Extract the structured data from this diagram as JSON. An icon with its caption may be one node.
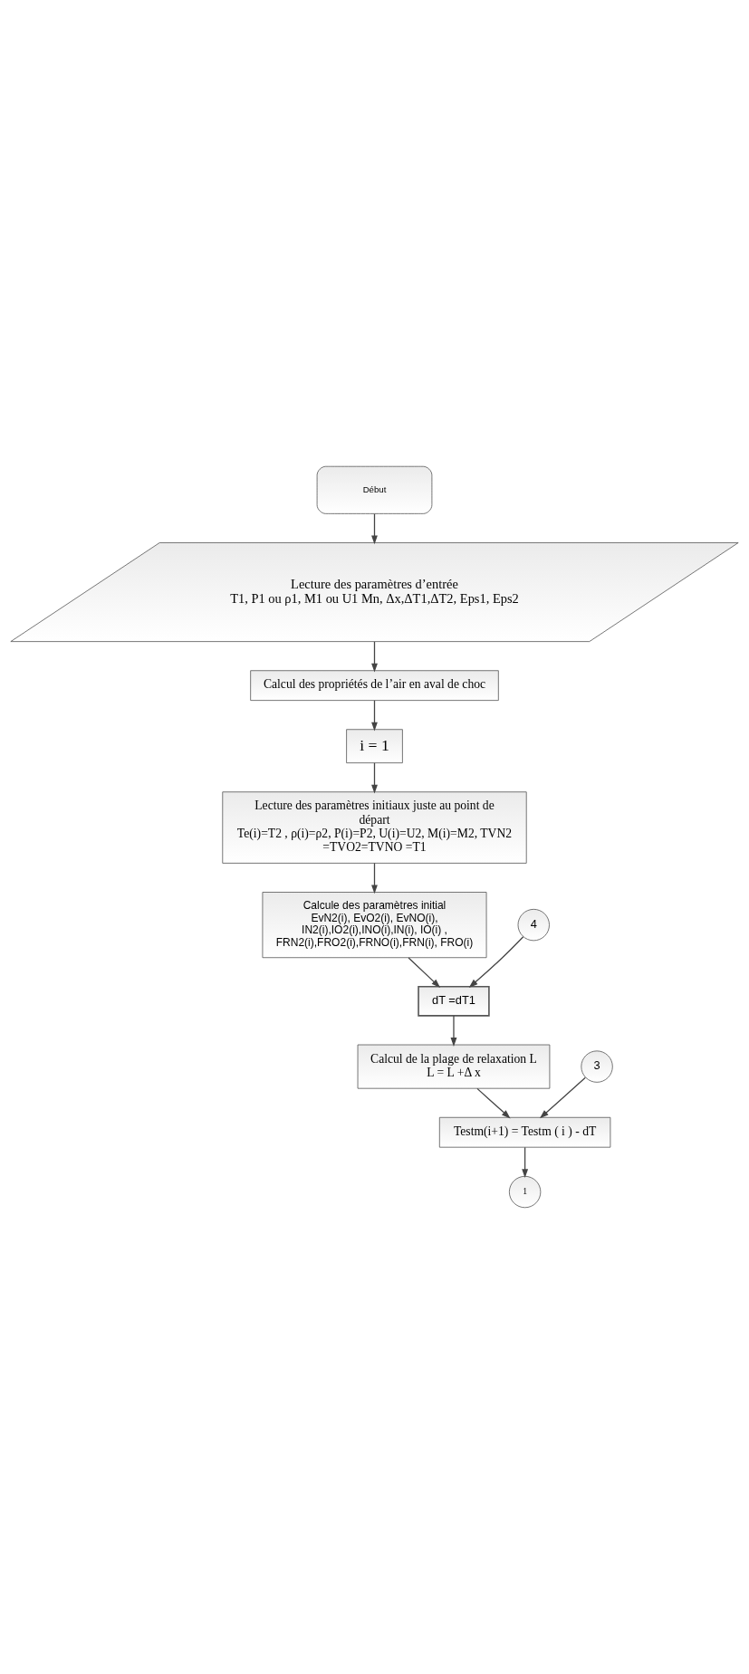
{
  "diagram": {
    "nodes": [
      {
        "text": [
          "Début"
        ]
      },
      {
        "text": [
          "Lecture des paramètres d’entrée",
          "T1, P1 ou ρ1, M1 ou U1 Mn, Δx,ΔT1,ΔT2, Eps1, Eps2"
        ]
      },
      {
        "text": [
          "Calcul des propriétés de l’air en aval de choc"
        ]
      },
      {
        "text": [
          "i = 1"
        ]
      },
      {
        "text": [
          "Lecture des paramètres initiaux juste au point de départ",
          "Te(i)=T2 , ρ(i)=ρ2, P(i)=P2, U(i)=U2, M(i)=M2, TVN2 =TVO2=TVNO =T1"
        ]
      },
      {
        "text": [
          "Calcule des paramètres initial",
          "EvN2(i), EvO2(i), EvNO(i), IN2(i),IO2(i),INO(i),IN(i), IO(i) , FRN2(i),FRO2(i),FRNO(i),FRN(i), FRO(i)"
        ]
      },
      {
        "text": [
          "4"
        ]
      },
      {
        "text": [
          "dT =dT1"
        ]
      },
      {
        "text": [
          "Calcul de la plage de relaxation L",
          "L = L +Δ x"
        ]
      },
      {
        "text": [
          "3"
        ]
      },
      {
        "text": [
          "Testm(i+1) = Testm ( i ) - dT"
        ]
      },
      {
        "text": [
          "1"
        ]
      }
    ],
    "edges": [
      {
        "from": 0,
        "to": 1,
        "arrow": "to"
      },
      {
        "from": 1,
        "to": 2,
        "arrow": "to"
      },
      {
        "from": 2,
        "to": 3,
        "arrow": "to"
      },
      {
        "from": 3,
        "to": 4,
        "arrow": "to"
      },
      {
        "from": 4,
        "to": 5,
        "arrow": "to"
      },
      {
        "from": 5,
        "to": 7,
        "arrow": "to"
      },
      {
        "from": 6,
        "to": 7,
        "arrow": "to"
      },
      {
        "from": 7,
        "to": 8,
        "arrow": "to"
      },
      {
        "from": 8,
        "to": 10,
        "arrow": "to"
      },
      {
        "from": 9,
        "to": 10,
        "arrow": "to"
      },
      {
        "from": 10,
        "to": 11,
        "arrow": "to"
      }
    ]
  }
}
